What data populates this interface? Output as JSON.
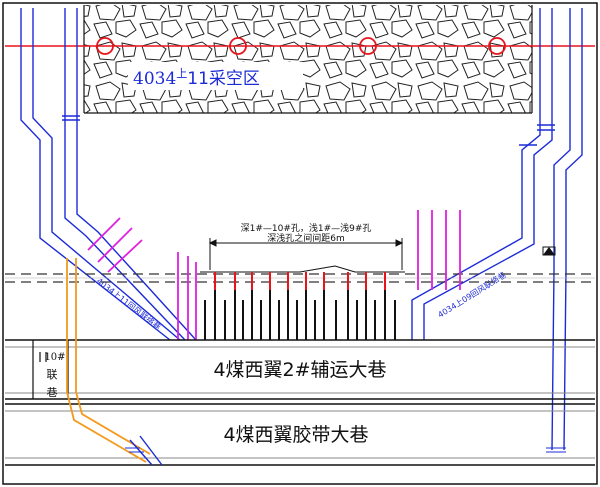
{
  "diagram": {
    "goaf_label_prefix": "4034",
    "goaf_label_sup": "上",
    "goaf_label_suffix": "11采空区",
    "dim_note_line1": "深1#—10#孔，浅1#—浅9#孔",
    "dim_note_line2": "深浅孔之间间距6m",
    "roadway_upper": "4煤西翼2#辅运大巷",
    "roadway_lower": "4煤西翼胶带大巷",
    "connection_label_top": "10#",
    "connection_label_mid": "联",
    "connection_label_bottom": "巷",
    "left_incline_label": "4034上11回风联络巷",
    "right_incline_label": "4034上09回风联络巷",
    "colors": {
      "red": "#e8141b",
      "blue": "#1c2bd8",
      "magenta": "#e020e0",
      "orange": "#f39a1c",
      "black": "#111111",
      "gray": "#888888"
    }
  }
}
